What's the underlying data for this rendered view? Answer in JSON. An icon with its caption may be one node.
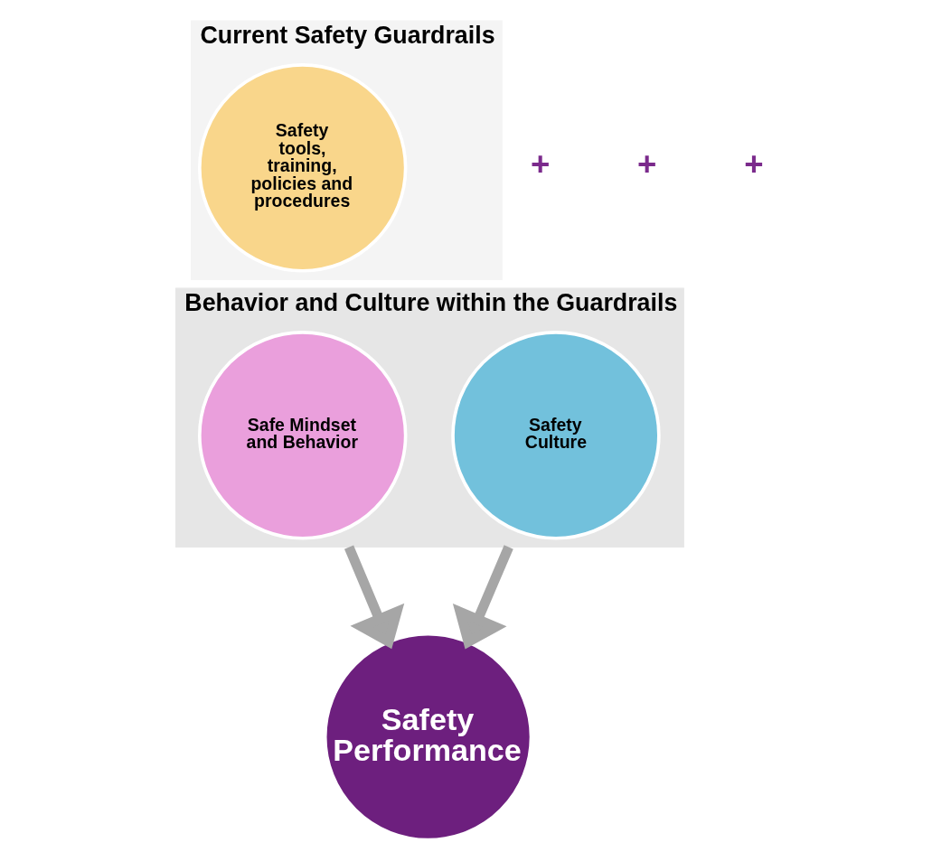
{
  "diagram": {
    "nodes": [
      {
        "text": [
          "Current Safety Guardrails"
        ]
      },
      {
        "text": [
          "Safety tools, training, policies and procedures"
        ],
        "in": 0
      },
      {
        "text": [
          "Behavior and Culture within the Guardrails"
        ]
      },
      {
        "text": [
          "Safe Mindset and Behavior"
        ],
        "in": 2
      },
      {
        "text": [
          "Safety Culture"
        ],
        "in": 2
      },
      {
        "text": [
          "Safety Performance"
        ]
      }
    ],
    "edges": [
      {
        "from": 2,
        "to": 5,
        "arrow": "to"
      },
      {
        "from": 2,
        "to": 5,
        "arrow": "to"
      }
    ],
    "labels": [
      "+",
      "+",
      "+"
    ]
  }
}
